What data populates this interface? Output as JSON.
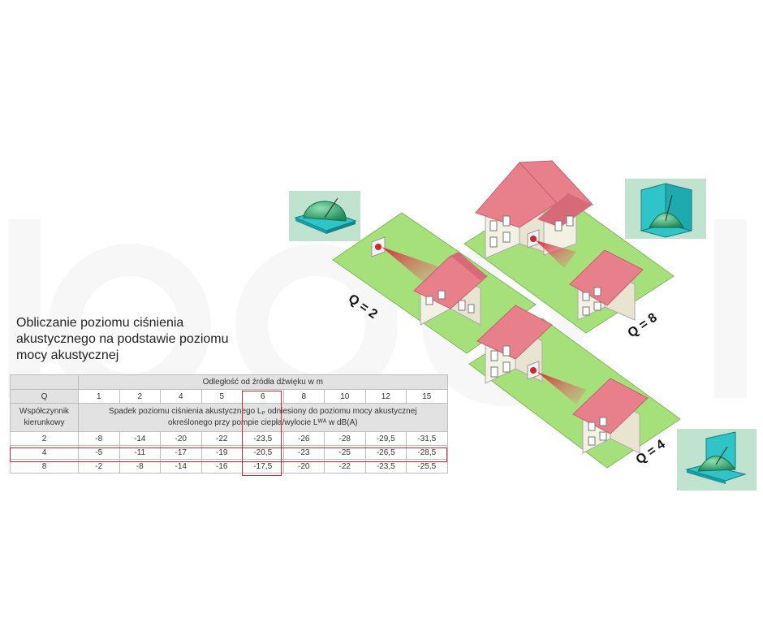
{
  "title_lines": [
    "Obliczanie poziomu ciśnienia",
    "akustycznego na podstawie poziomu",
    "mocy akustycznej"
  ],
  "table": {
    "distance_header": "Odległość od źródła dźwięku w m",
    "q_label": "Q",
    "factor_label_lines": [
      "Współczynnik",
      "kierunkowy"
    ],
    "distances": [
      "1",
      "2",
      "4",
      "5",
      "6",
      "8",
      "10",
      "12",
      "15"
    ],
    "description_lines": [
      "Spadek poziomu ciśnienia akustycznego Lₚ odniesiony do poziomu mocy akustycznej",
      "określonego przy pompie ciepła/wylocie Lᵂᴬ w dB(A)"
    ],
    "rows": [
      {
        "q": "2",
        "values": [
          "-8",
          "-14",
          "-20",
          "-22",
          "-23,5",
          "-26",
          "-28",
          "-29,5",
          "-31,5"
        ]
      },
      {
        "q": "4",
        "values": [
          "-5",
          "-11",
          "-17",
          "-19",
          "-20,5",
          "-23",
          "-25",
          "-26,5",
          "-28,5"
        ]
      },
      {
        "q": "8",
        "values": [
          "-2",
          "-8",
          "-14",
          "-16",
          "-17,5",
          "-20",
          "-22",
          "-23,5",
          "-25,5"
        ]
      }
    ]
  },
  "illustration": {
    "q2_label": "Q = 2",
    "q8_label": "Q = 8",
    "q4_label": "Q = 4",
    "colors": {
      "roof": "#e8808c",
      "grass": "#a6e07a",
      "wall": "#f3f0e4",
      "sound": "#d0262e",
      "cyan": "#2ec4c8"
    }
  },
  "highlight_color": "#d0262e"
}
